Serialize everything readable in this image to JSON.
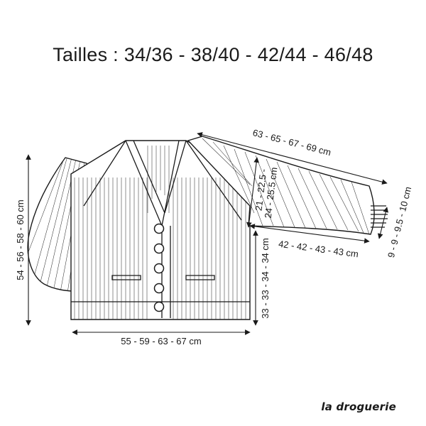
{
  "title": "Tailles : 34/36 - 38/40 - 42/44 - 46/48",
  "measurements": {
    "body_length": "54 - 56 - 58 - 60 cm",
    "width": "55 - 59 - 63 - 67 cm",
    "sleeve_length": "63 - 65 - 67 - 69 cm",
    "armhole_a": "21 - 22.5 -",
    "armhole_b": "24 - 25.5 cm",
    "upper_arm": "42 - 42 - 43 - 43 cm",
    "cuff": "9 - 9 - 9.5 - 10 cm",
    "side_length": "33 - 33 - 34 - 34 cm"
  },
  "brand": "la droguerie"
}
